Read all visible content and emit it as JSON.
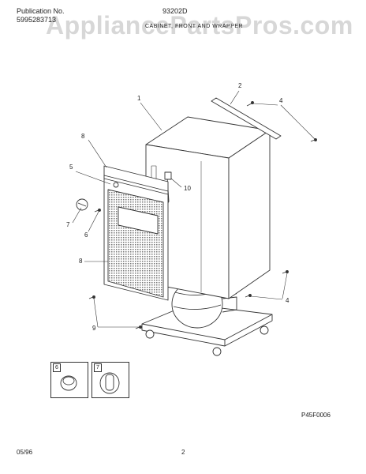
{
  "header": {
    "publication_label": "Publication No.",
    "publication_number": "5995283713",
    "model_code": "93202D",
    "section_title": "CABINET, FRONT AND WRAPPER"
  },
  "watermark": "AppliancePartsPros.com",
  "callouts": {
    "c1": "1",
    "c2": "2",
    "c4a": "4",
    "c4b": "4",
    "c5": "5",
    "c6a": "6",
    "c6b": "6",
    "c7a": "7",
    "c7b": "7",
    "c8a": "8",
    "c8b": "8",
    "c9": "9",
    "c10": "10"
  },
  "figure_code": "P45F0006",
  "footer": {
    "date": "05/96",
    "page": "2"
  }
}
